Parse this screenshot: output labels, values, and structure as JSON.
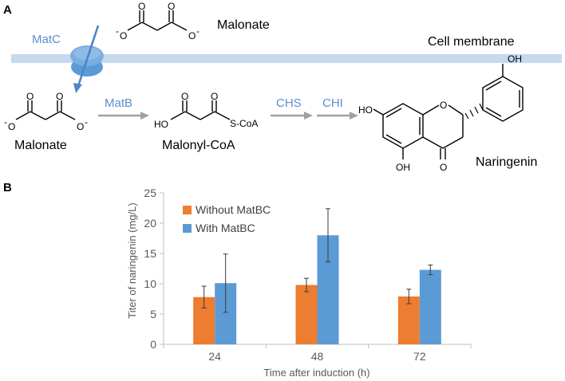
{
  "panel_a": {
    "label": "A",
    "transporter": "MatC",
    "malonate_outside": "Malonate",
    "membrane": "Cell membrane",
    "malonate_inside": "Malonate",
    "enzyme_matb": "MatB",
    "malonyl_coa": "Malonyl-CoA",
    "s_coa": "S-CoA",
    "enzyme_chs": "CHS",
    "enzyme_chi": "CHI",
    "naringenin": "Naringenin",
    "atoms": {
      "o": "O",
      "o_minus": "O",
      "minus": "-",
      "ho": "HO",
      "oh": "OH"
    }
  },
  "panel_b": {
    "label": "B",
    "legend": {
      "without": "Without MatBC",
      "with": "With MatBC"
    }
  },
  "colors": {
    "orange": "#ed7d31",
    "blue": "#5b9bd5",
    "membrane": "#c5d9ef",
    "accent_text": "#5b8fcf"
  },
  "chart_data": {
    "type": "bar",
    "categories": [
      "24",
      "48",
      "72"
    ],
    "series": [
      {
        "name": "Without MatBC",
        "values": [
          7.8,
          9.8,
          7.9
        ],
        "errors": [
          1.8,
          1.1,
          1.2
        ]
      },
      {
        "name": "With MatBC",
        "values": [
          10.1,
          18.0,
          12.3
        ],
        "errors": [
          4.8,
          4.4,
          0.8
        ]
      }
    ],
    "xlabel": "Time after induction (h)",
    "ylabel": "Titer of naringenin  (mg/L)",
    "ylim": [
      0,
      25
    ],
    "yticks": [
      "0",
      "5",
      "10",
      "15",
      "20",
      "25"
    ],
    "grid": false,
    "legend_position": "top-left"
  }
}
